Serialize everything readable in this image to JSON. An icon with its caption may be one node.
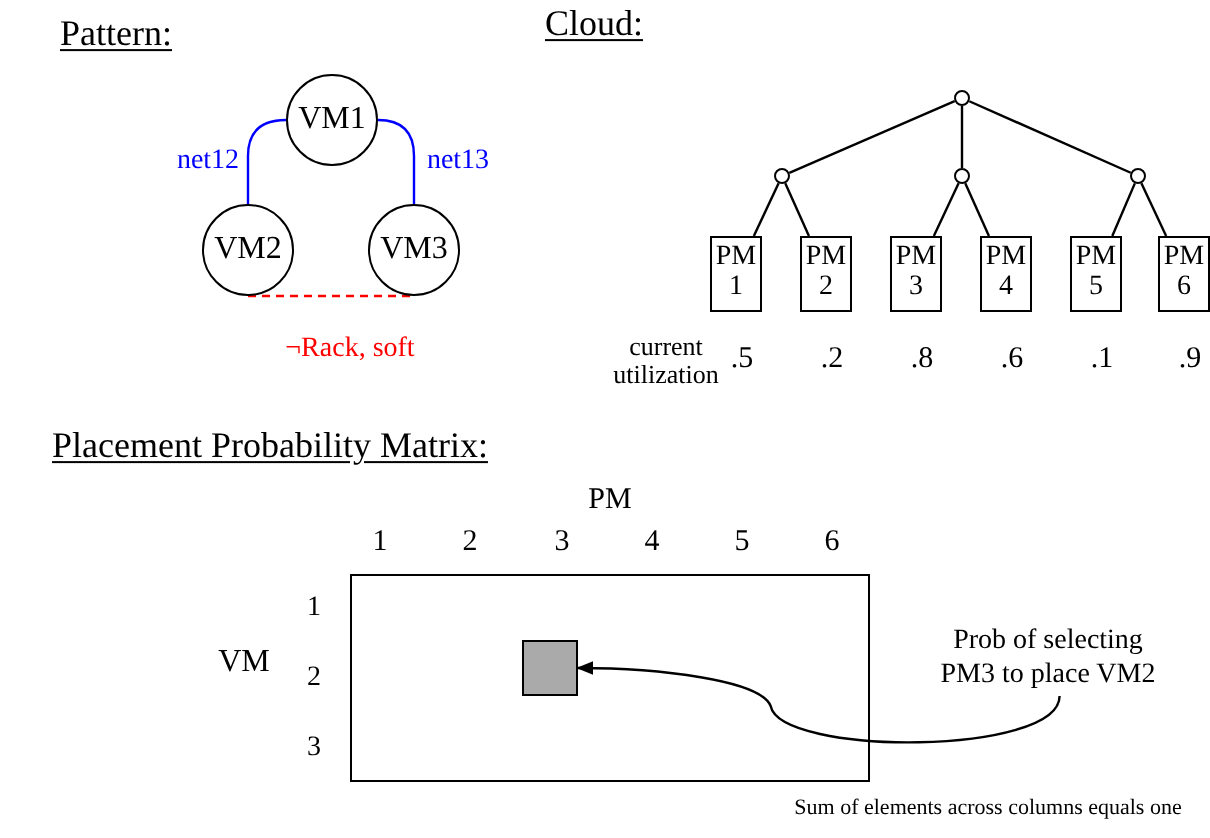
{
  "diagram": {
    "nodes": [
      {
        "text": [
          "VM1"
        ]
      },
      {
        "text": [
          "VM2"
        ]
      },
      {
        "text": [
          "VM3"
        ]
      },
      {
        "text": [],
        "shape": "circle"
      },
      {
        "text": [],
        "shape": "circle"
      },
      {
        "text": [],
        "shape": "circle"
      },
      {
        "text": [],
        "shape": "circle"
      },
      {
        "text": [
          "PM 1"
        ],
        "beside": [
          ".5"
        ]
      },
      {
        "text": [
          "PM 2"
        ],
        "beside": [
          ".2"
        ]
      },
      {
        "text": [
          "PM 3"
        ],
        "beside": [
          ".8"
        ]
      },
      {
        "text": [
          "PM 4"
        ],
        "beside": [
          ".6"
        ]
      },
      {
        "text": [
          "PM 5"
        ],
        "beside": [
          ".1"
        ]
      },
      {
        "text": [
          "PM 6"
        ],
        "beside": [
          ".9"
        ]
      },
      {
        "text": [],
        "shape": "box"
      },
      {
        "text": [],
        "shape": "box",
        "in": 13
      },
      {
        "text": [
          "Prob of selecting PM3 to place VM2"
        ]
      }
    ],
    "edges": [
      {
        "from": 1,
        "to": 0,
        "arrow": "none",
        "label": "net12",
        "color": "#0000ff"
      },
      {
        "from": 0,
        "to": 2,
        "arrow": "none",
        "label": "net13",
        "color": "#0000ff"
      },
      {
        "from": 1,
        "to": 2,
        "arrow": "none",
        "label": "¬Rack, soft",
        "style": "dashed",
        "color": "#ff0000"
      },
      {
        "from": 3,
        "to": 4,
        "arrow": "none"
      },
      {
        "from": 3,
        "to": 5,
        "arrow": "none"
      },
      {
        "from": 3,
        "to": 6,
        "arrow": "none"
      },
      {
        "from": 4,
        "to": 7,
        "arrow": "none"
      },
      {
        "from": 4,
        "to": 8,
        "arrow": "none"
      },
      {
        "from": 5,
        "to": 9,
        "arrow": "none"
      },
      {
        "from": 5,
        "to": 10,
        "arrow": "none"
      },
      {
        "from": 6,
        "to": 11,
        "arrow": "none"
      },
      {
        "from": 6,
        "to": 12,
        "arrow": "none"
      },
      {
        "from": 15,
        "to": 14,
        "arrow": "to"
      }
    ],
    "labels": [
      "Pattern:",
      "Cloud:",
      "current utilization",
      "Placement Probability Matrix:",
      "PM",
      "1",
      "2",
      "3",
      "4",
      "5",
      "6",
      "VM",
      "1",
      "2",
      "3",
      "Sum of elements across columns equals one"
    ]
  }
}
